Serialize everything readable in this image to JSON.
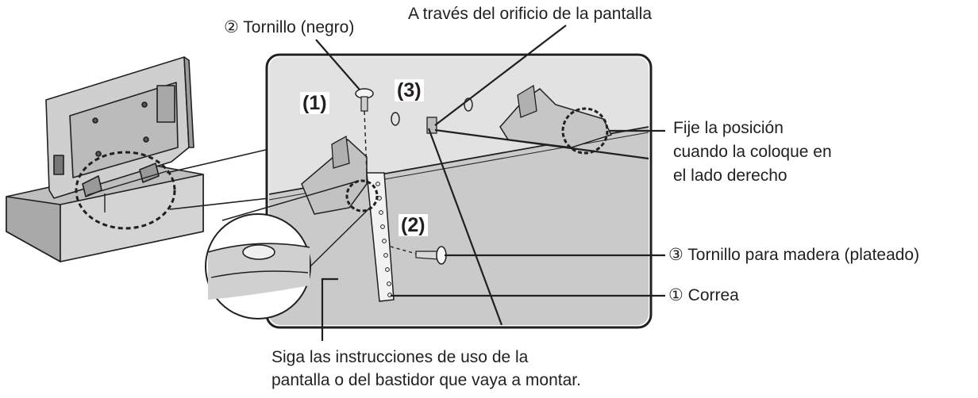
{
  "labels": {
    "screw_black": "② Tornillo (negro)",
    "through_hole": "A través del orificio de la pantalla",
    "fix_position": [
      "Fije la posición",
      "cuando la coloque en",
      "el lado derecho"
    ],
    "wood_screw": "③ Tornillo para madera (plateado)",
    "strap": "① Correa",
    "follow_instructions": [
      "Siga las instrucciones de uso de la",
      "pantalla o del bastidor que vaya a montar."
    ]
  },
  "steps": [
    "(1)",
    "(2)",
    "(3)"
  ],
  "colors": {
    "line": "#231f20",
    "panel": "#d9d9d9",
    "panel_dark": "#bdbdbd",
    "tv_face": "#e6e6e6"
  }
}
